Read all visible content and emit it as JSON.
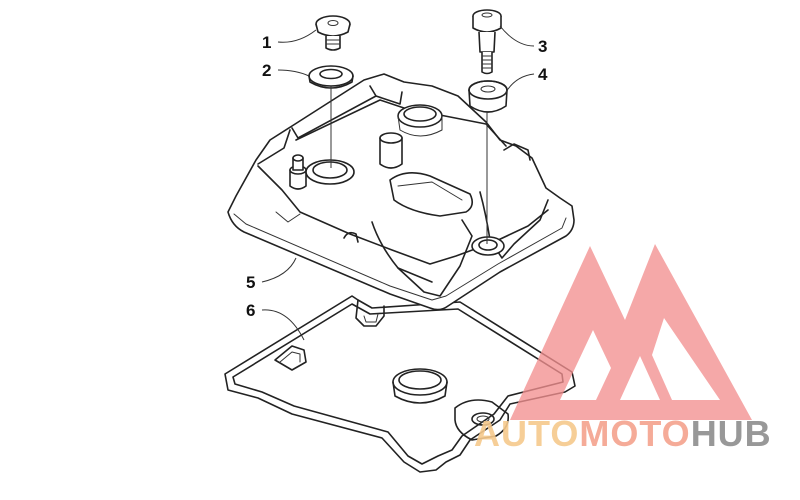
{
  "callouts": [
    {
      "id": "1",
      "label": "1"
    },
    {
      "id": "2",
      "label": "2"
    },
    {
      "id": "3",
      "label": "3"
    },
    {
      "id": "4",
      "label": "4"
    },
    {
      "id": "5",
      "label": "5"
    },
    {
      "id": "6",
      "label": "6"
    }
  ],
  "watermark": {
    "part1": "AUTO",
    "part2": "MOTO",
    "part3": "HUB",
    "color_part1": "#f6c98c",
    "color_part2": "#f4a28d",
    "color_part3": "#8d8d8d",
    "logo_color": "#f28f8f"
  }
}
